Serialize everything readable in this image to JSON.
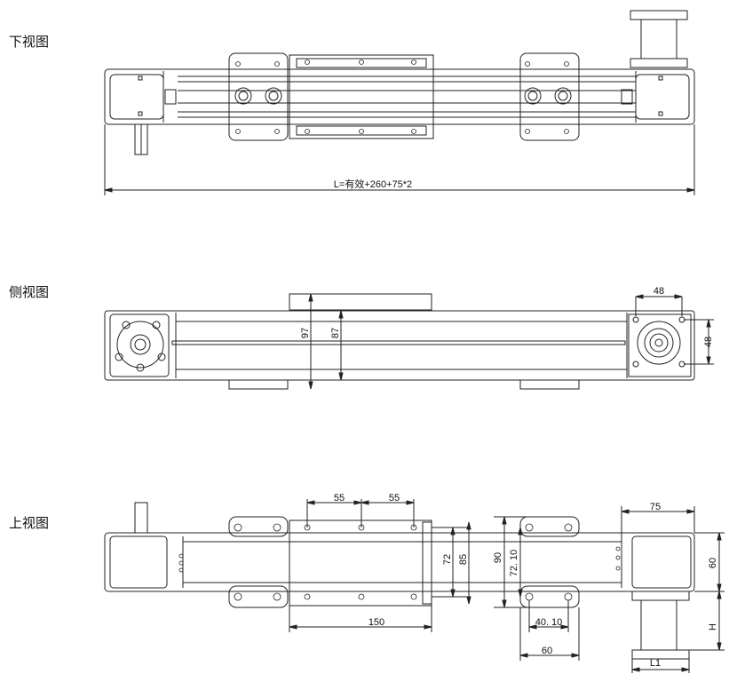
{
  "views": {
    "bottom": {
      "label": "下视图",
      "length_formula": "L=有效+260+75*2"
    },
    "side": {
      "label": "侧视图",
      "dim_48_top": "48",
      "dim_48_right": "48",
      "dim_97": "97",
      "dim_87": "87"
    },
    "top": {
      "label": "上视图",
      "dim_55_left": "55",
      "dim_55_right": "55",
      "dim_72": "72",
      "dim_85": "85",
      "dim_90": "90",
      "dim_72_10": "72. 10",
      "dim_150": "150",
      "dim_40_10": "40. 10",
      "dim_60_bottom": "60",
      "dim_75": "75",
      "dim_60_right": "60",
      "dim_H": "H",
      "dim_L1": "L1"
    }
  }
}
